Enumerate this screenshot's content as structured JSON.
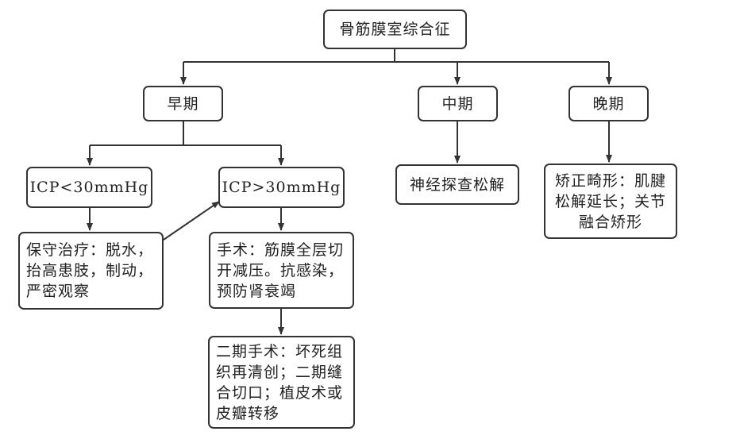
{
  "nodes": {
    "root": "骨筋膜室综合征",
    "early": "早期",
    "middle": "中期",
    "late": "晚期",
    "icp_low": "ICP<30mmHg",
    "icp_high": "ICP>30mmHg",
    "conservative": "保守治疗：脱水，\n抬高患肢，制动，\n严密观察",
    "surgery": "手术：筋膜全层切\n开减压。抗感染，\n预防肾衰竭",
    "second_surgery": "二期手术：坏死组\n织再清创；二期缝\n合切口；植皮术或\n皮瓣转移",
    "nerve": "神经探查松解",
    "deformity": "矫正畸形：肌腱\n松解延长；关节\n融合矫形"
  },
  "colors": {
    "line": "#333333",
    "border": "#333333",
    "text": "#222222"
  }
}
